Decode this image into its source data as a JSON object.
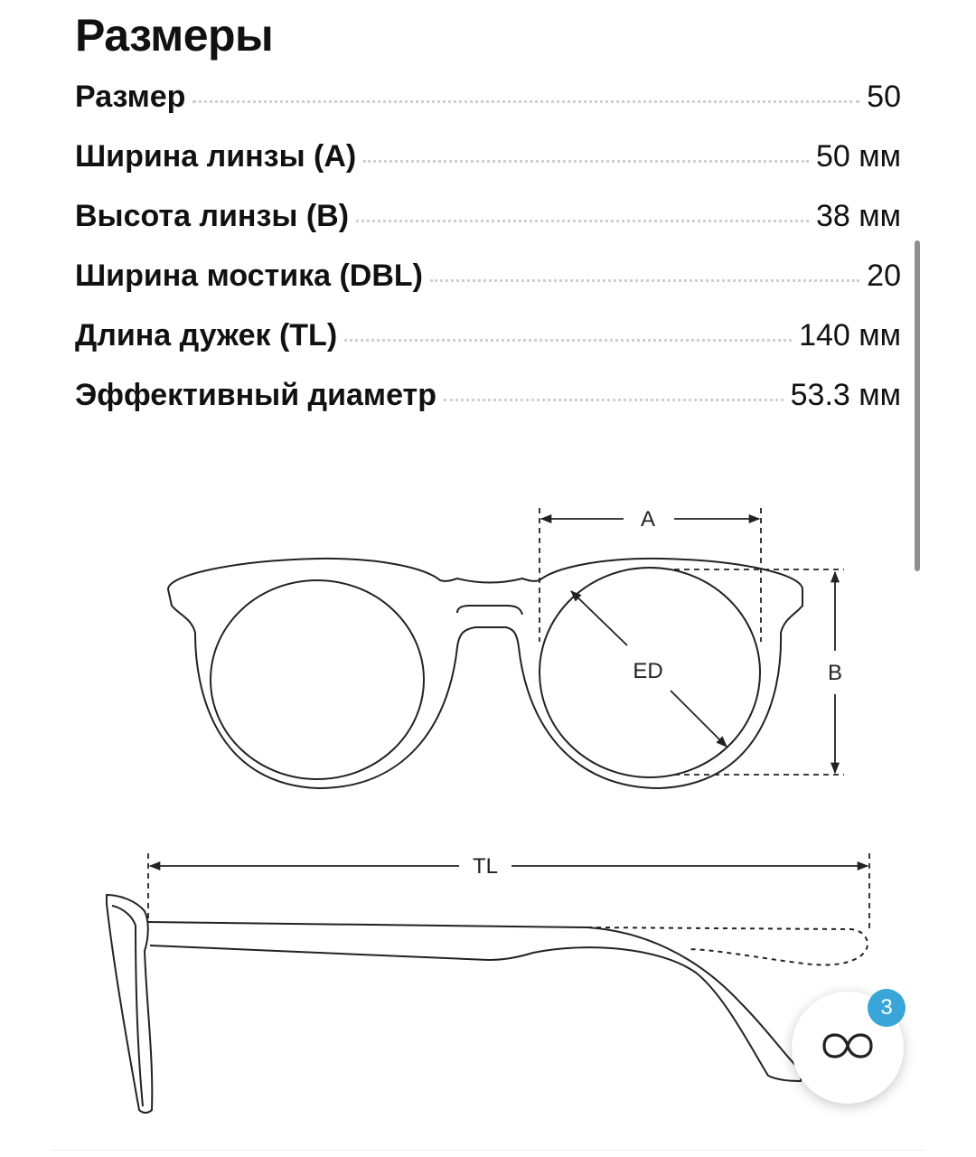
{
  "heading": "Размеры",
  "specs": [
    {
      "label": "Размер",
      "value": "50"
    },
    {
      "label": "Ширина линзы (A)",
      "value": "50 мм"
    },
    {
      "label": "Высота линзы (B)",
      "value": "38 мм"
    },
    {
      "label": "Ширина мостика (DBL)",
      "value": "20"
    },
    {
      "label": "Длина дужек (TL)",
      "value": "140 мм"
    },
    {
      "label": "Эффективный диаметр",
      "value": "53.3 мм"
    }
  ],
  "diagram": {
    "label_a": "A",
    "label_b": "B",
    "label_ed": "ED",
    "label_tl": "TL"
  },
  "fab": {
    "icon": "glasses-outline-icon",
    "badge_count": "3",
    "badge_color": "#3aa6d8"
  }
}
